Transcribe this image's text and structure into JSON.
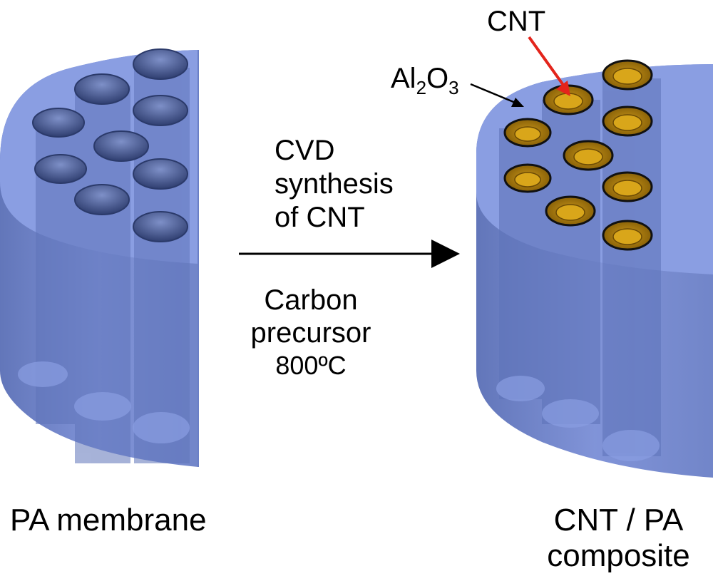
{
  "colors": {
    "membrane_top": "#8a9ee2",
    "membrane_side": "#6f85c9",
    "pore_dark": "#3e4f86",
    "cnt_fill": "#b98b10",
    "cnt_core": "#d9a61a",
    "red_arrow": "#e3241b",
    "black": "#000000"
  },
  "diagram": {
    "left_label": "PA membrane",
    "right_label_line1": "CNT / PA",
    "right_label_line2": "composite",
    "process_line1": "CVD",
    "process_line2": "synthesis",
    "process_line3": "of CNT",
    "condition_line1": "Carbon",
    "condition_line2": "precursor",
    "condition_line3": "800ºC",
    "callout_cnt": "CNT",
    "callout_al_base": "Al",
    "callout_al_sub": "2",
    "callout_o_base": "O",
    "callout_o_sub": "3"
  }
}
